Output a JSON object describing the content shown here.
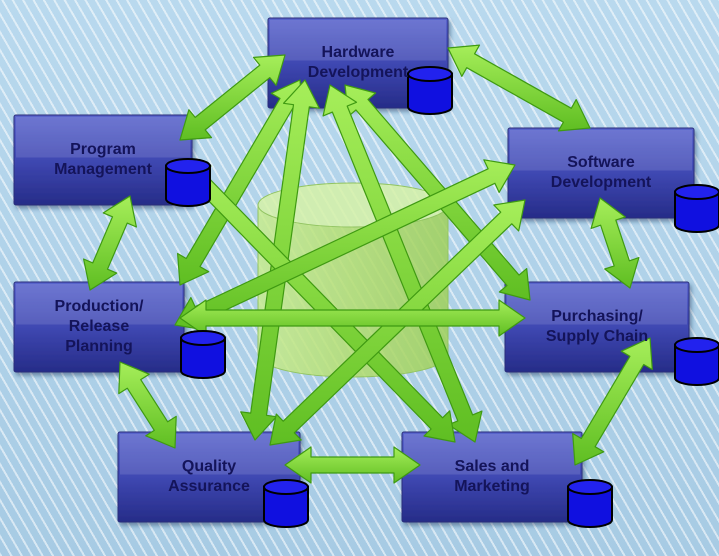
{
  "departments": [
    {
      "id": "hw",
      "label": "Hardware\nDevelopment"
    },
    {
      "id": "sw",
      "label": "Software\nDevelopment"
    },
    {
      "id": "pm",
      "label": "Program\nManagement"
    },
    {
      "id": "prp",
      "label": "Production/\nRelease\nPlanning"
    },
    {
      "id": "psc",
      "label": "Purchasing/\nSupply Chain"
    },
    {
      "id": "qa",
      "label": "Quality\nAssurance"
    },
    {
      "id": "sm",
      "label": "Sales and\nMarketing"
    }
  ],
  "connections": [
    [
      "hw",
      "sw"
    ],
    [
      "hw",
      "pm"
    ],
    [
      "hw",
      "prp"
    ],
    [
      "hw",
      "psc"
    ],
    [
      "hw",
      "qa"
    ],
    [
      "hw",
      "sm"
    ],
    [
      "pm",
      "prp"
    ],
    [
      "pm",
      "sm"
    ],
    [
      "sw",
      "psc"
    ],
    [
      "sw",
      "prp"
    ],
    [
      "sw",
      "qa"
    ],
    [
      "prp",
      "psc"
    ],
    [
      "prp",
      "qa"
    ],
    [
      "psc",
      "sm"
    ],
    [
      "qa",
      "sm"
    ]
  ],
  "colors": {
    "box_fill_top": "#5660c8",
    "box_fill_bottom": "#2a2f8e",
    "label_text": "#14145a",
    "arrow_fill": "#7fd63a",
    "arrow_stroke": "#3f9a12",
    "database_fill": "#1010e0",
    "central_database": "#b8e07a"
  },
  "icons": [
    "database-icon",
    "double-arrow-icon"
  ]
}
